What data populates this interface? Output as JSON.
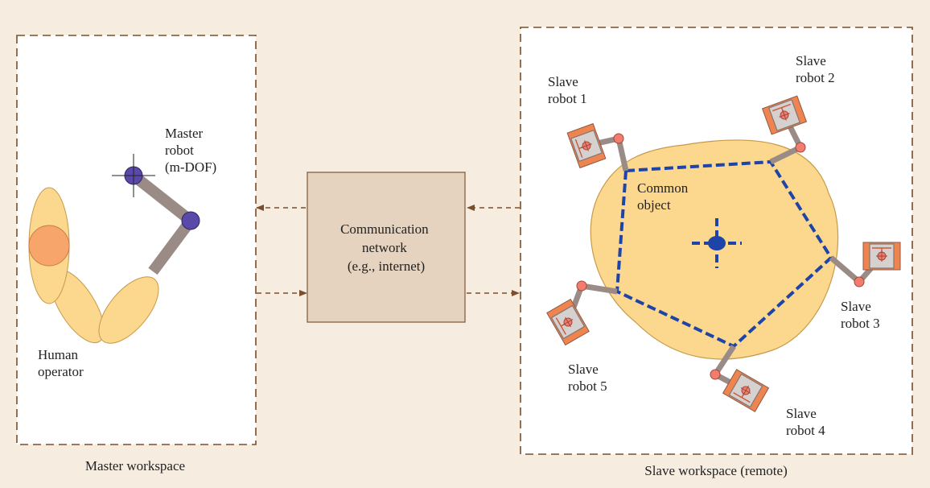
{
  "master_workspace": {
    "caption": "Master workspace",
    "master_robot_label": [
      "Master",
      "robot",
      "(m-DOF)"
    ],
    "human_operator_label": [
      "Human",
      "operator"
    ]
  },
  "network": {
    "label": [
      "Communication",
      "network",
      "(e.g., internet)"
    ]
  },
  "slave_workspace": {
    "caption": "Slave workspace (remote)",
    "object_label": [
      "Common",
      "object"
    ],
    "robots": [
      {
        "label": [
          "Slave",
          "robot 1"
        ]
      },
      {
        "label": [
          "Slave",
          "robot 2"
        ]
      },
      {
        "label": [
          "Slave",
          "robot 3"
        ]
      },
      {
        "label": [
          "Slave",
          "robot 4"
        ]
      },
      {
        "label": [
          "Slave",
          "robot 5"
        ]
      }
    ]
  },
  "colors": {
    "background": "#f6ece0",
    "workspace_fill": "#ffffff",
    "workspace_border": "#7a4e2a",
    "network_fill": "#e6d3bf",
    "network_border": "#8c6a4d",
    "arrow": "#7a4e2a",
    "object_fill": "#fcd78e",
    "object_outline": "#1f44a8",
    "operator_fill": "#fcd78e",
    "operator_head": "#f7a56b",
    "master_joint": "#5a49a8",
    "link": "#9a8b86",
    "robot_body": "#d6d1cf",
    "robot_wheel": "#f0844f",
    "robot_joint": "#f27d6e"
  }
}
